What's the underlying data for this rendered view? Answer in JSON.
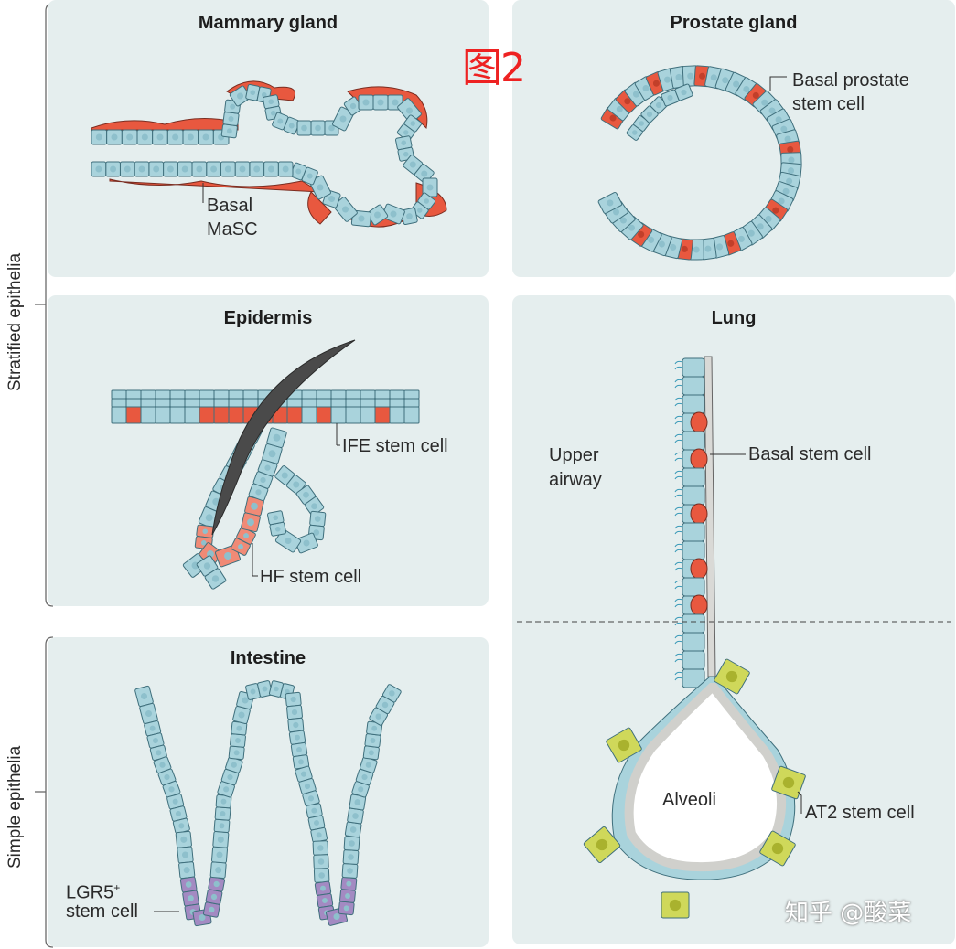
{
  "side_labels": {
    "stratified": "Stratified epithelia",
    "simple": "Simple epithelia"
  },
  "watermark_top": "图2",
  "watermark_bottom": "知乎 @酸菜",
  "panels": {
    "mammary": {
      "title": "Mammary gland",
      "label_line1": "Basal",
      "label_line2": "MaSC"
    },
    "prostate": {
      "title": "Prostate gland",
      "label_line1": "Basal prostate",
      "label_line2": "stem cell"
    },
    "epidermis": {
      "title": "Epidermis",
      "label_ife": "IFE stem cell",
      "label_hf": "HF stem cell"
    },
    "lung": {
      "title": "Lung",
      "label_upper1": "Upper",
      "label_upper2": "airway",
      "label_basal": "Basal stem cell",
      "label_alveoli": "Alveoli",
      "label_at2": "AT2 stem cell"
    },
    "intestine": {
      "title": "Intestine",
      "label_lgr5": "LGR5",
      "label_lgr5_sup": "+",
      "label_stem": "stem cell"
    }
  },
  "colors": {
    "panel": "#e5eeee",
    "cell": "#a9d3dc",
    "cell_stroke": "#3f6f7c",
    "stem_red": "#e8583f",
    "stem_pink": "#f08a76",
    "stem_purple": "#a38ac2",
    "at2_green": "#cfd85a",
    "hair": "#4a4a4a"
  }
}
